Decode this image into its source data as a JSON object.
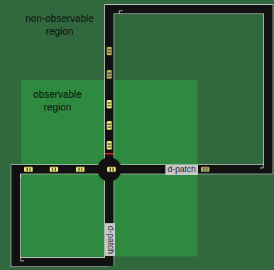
{
  "diagram": {
    "nodes": [
      {
        "text": [
          "observable region"
        ]
      },
      {
        "text": [
          "d-patch"
        ]
      },
      {
        "text": [
          "d-patch"
        ]
      }
    ],
    "labels": [
      "non-observable region"
    ]
  }
}
